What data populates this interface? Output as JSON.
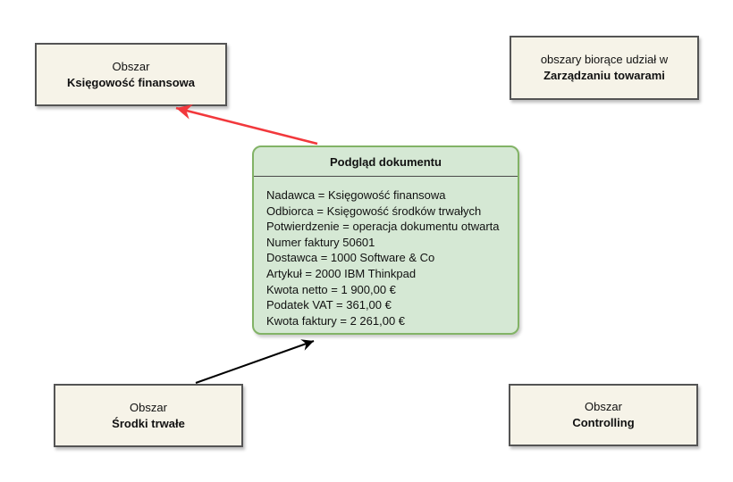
{
  "diagram": {
    "nodes": {
      "financial_accounting": {
        "line1": "Obszar",
        "line2": "Księgowość finansowa"
      },
      "goods_management": {
        "line1": "obszary biorące udział w",
        "line2": "Zarządzaniu towarami"
      },
      "fixed_assets": {
        "line1": "Obszar",
        "line2": "Środki trwałe"
      },
      "controlling": {
        "line1": "Obszar",
        "line2": "Controlling"
      },
      "document_preview": {
        "title": "Podgląd dokumentu",
        "lines": [
          "Nadawca = Księgowość finansowa",
          "Odbiorca = Księgowość środków trwałych",
          "Potwierdzenie = operacja dokumentu otwarta",
          "Numer faktury 50601",
          "Dostawca = 1000 Software & Co",
          "Artykuł = 2000 IBM Thinkpad",
          "Kwota netto = 1 900,00 €",
          "Podatek VAT = 361,00 €",
          "Kwota faktury = 2 261,00 €"
        ]
      }
    },
    "connectors": {
      "red_arrow": "preview-to-financial-accounting",
      "black_arrow": "fixed-assets-to-preview"
    },
    "colors": {
      "node_fill": "#F6F3E8",
      "node_border": "#545454",
      "preview_fill": "#D5E8D4",
      "preview_border": "#82B366",
      "divider": "#4A4A4A",
      "arrow_red": "#F2383C",
      "arrow_black": "#000000",
      "background": "#FFFFFF"
    }
  }
}
